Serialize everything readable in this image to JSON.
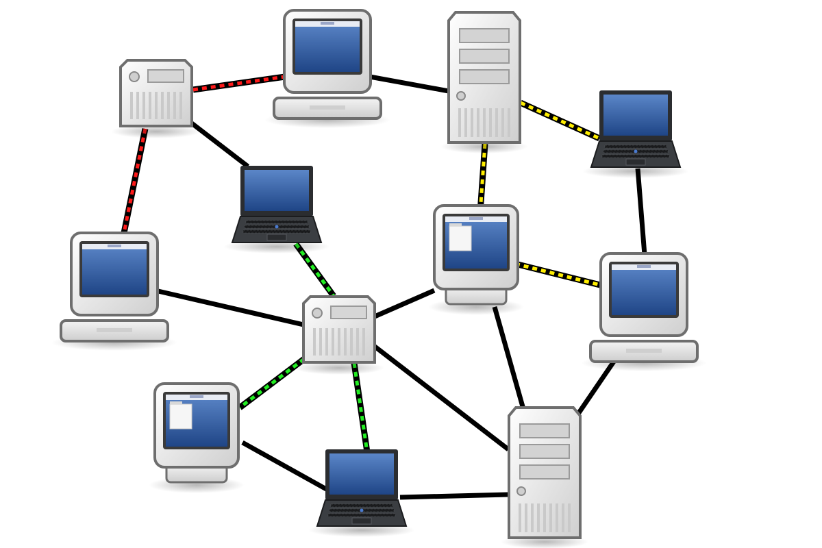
{
  "colors": {
    "background": "#ffffff",
    "link_plain": "#000000",
    "link_red": "#ff1a1a",
    "link_yellow": "#ffee00",
    "link_green": "#22ee22",
    "screen_blue": "#2e5fa8",
    "device_grey": "#e6e6e6",
    "laptop_body": "#2b2d30"
  },
  "nodes": [
    {
      "id": "server-top-left",
      "kind": "server-small"
    },
    {
      "id": "desktop-top",
      "kind": "desktop"
    },
    {
      "id": "server-tower-top",
      "kind": "server-tower"
    },
    {
      "id": "laptop-top-right",
      "kind": "laptop"
    },
    {
      "id": "laptop-upper-center",
      "kind": "laptop"
    },
    {
      "id": "desktop-left",
      "kind": "desktop"
    },
    {
      "id": "desktop-center-right",
      "kind": "desktop-compact"
    },
    {
      "id": "desktop-right",
      "kind": "desktop"
    },
    {
      "id": "server-hub",
      "kind": "server-small"
    },
    {
      "id": "desktop-bottom-left",
      "kind": "desktop-compact"
    },
    {
      "id": "laptop-bottom",
      "kind": "laptop"
    },
    {
      "id": "server-tower-bottom",
      "kind": "server-tower"
    }
  ],
  "links": [
    {
      "from": "server-top-left",
      "to": "desktop-top",
      "style": "red"
    },
    {
      "from": "server-top-left",
      "to": "desktop-left",
      "style": "red"
    },
    {
      "from": "server-top-left",
      "to": "laptop-upper-center",
      "style": "plain"
    },
    {
      "from": "desktop-top",
      "to": "server-tower-top",
      "style": "plain"
    },
    {
      "from": "server-tower-top",
      "to": "laptop-top-right",
      "style": "yellow"
    },
    {
      "from": "server-tower-top",
      "to": "desktop-center-right",
      "style": "yellow"
    },
    {
      "from": "laptop-top-right",
      "to": "desktop-right",
      "style": "plain"
    },
    {
      "from": "desktop-center-right",
      "to": "desktop-right",
      "style": "yellow"
    },
    {
      "from": "laptop-upper-center",
      "to": "server-hub",
      "style": "green"
    },
    {
      "from": "desktop-left",
      "to": "server-hub",
      "style": "plain"
    },
    {
      "from": "server-hub",
      "to": "desktop-center-right",
      "style": "plain"
    },
    {
      "from": "server-hub",
      "to": "desktop-bottom-left",
      "style": "green"
    },
    {
      "from": "server-hub",
      "to": "laptop-bottom",
      "style": "green"
    },
    {
      "from": "server-hub",
      "to": "server-tower-bottom",
      "style": "plain"
    },
    {
      "from": "desktop-center-right",
      "to": "server-tower-bottom",
      "style": "plain"
    },
    {
      "from": "desktop-right",
      "to": "server-tower-bottom",
      "style": "plain"
    },
    {
      "from": "desktop-bottom-left",
      "to": "laptop-bottom",
      "style": "plain"
    },
    {
      "from": "laptop-bottom",
      "to": "server-tower-bottom",
      "style": "plain"
    }
  ]
}
